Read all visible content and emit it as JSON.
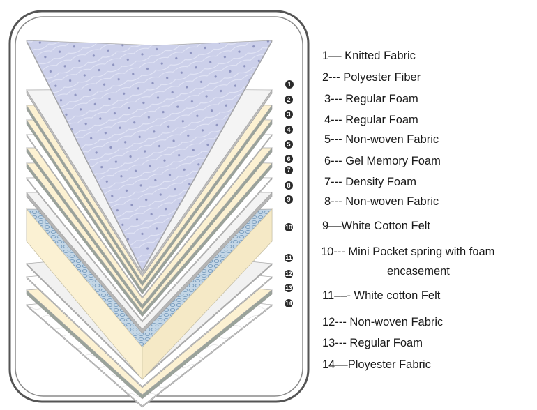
{
  "layers": [
    {
      "number": "1",
      "label": "1–– Knitted Fabric",
      "color": "#ccd0ea",
      "edge": "#a9acc6"
    },
    {
      "number": "2",
      "label": "2--- Polyester Fiber",
      "color": "#f4f4f4",
      "edge": "#bdbdbd"
    },
    {
      "number": "3",
      "label": "3--- Regular Foam",
      "color": "#fcf1d2",
      "edge": "#9aa39a"
    },
    {
      "number": "4",
      "label": "4--- Regular Foam",
      "color": "#fcf1d2",
      "edge": "#9aa39a"
    },
    {
      "number": "5",
      "label": "5--- Non-woven Fabric",
      "color": "#ffffff",
      "edge": "#c8c8c8"
    },
    {
      "number": "6",
      "label": "6--- Gel Memory Foam",
      "color": "#fcf1d2",
      "edge": "#9aa39a"
    },
    {
      "number": "7",
      "label": "7--- Density Foam",
      "color": "#fcf1d2",
      "edge": "#9aa39a"
    },
    {
      "number": "8",
      "label": "8--- Non-woven Fabric",
      "color": "#ffffff",
      "edge": "#c8c8c8"
    },
    {
      "number": "9",
      "label": "9––White Cotton Felt",
      "color": "#f3f3f3",
      "edge": "#b5b5b5"
    },
    {
      "number": "10",
      "label": "10--- Mini Pocket spring with foam",
      "label2": "encasement",
      "color": "#cfe0ec",
      "edge": "#fbf1d3"
    },
    {
      "number": "11",
      "label": "11––- White cotton Felt",
      "color": "#f1f1f1",
      "edge": "#b5b5b5"
    },
    {
      "number": "12",
      "label": "12--- Non-woven Fabric",
      "color": "#ffffff",
      "edge": "#c8c8c8"
    },
    {
      "number": "13",
      "label": "13--- Regular Foam",
      "color": "#fcf1d2",
      "edge": "#9aa39a"
    },
    {
      "number": "14",
      "label": "14––Ployester Fabric",
      "color": "#ffffff",
      "edge": "#c8c8c8"
    }
  ]
}
